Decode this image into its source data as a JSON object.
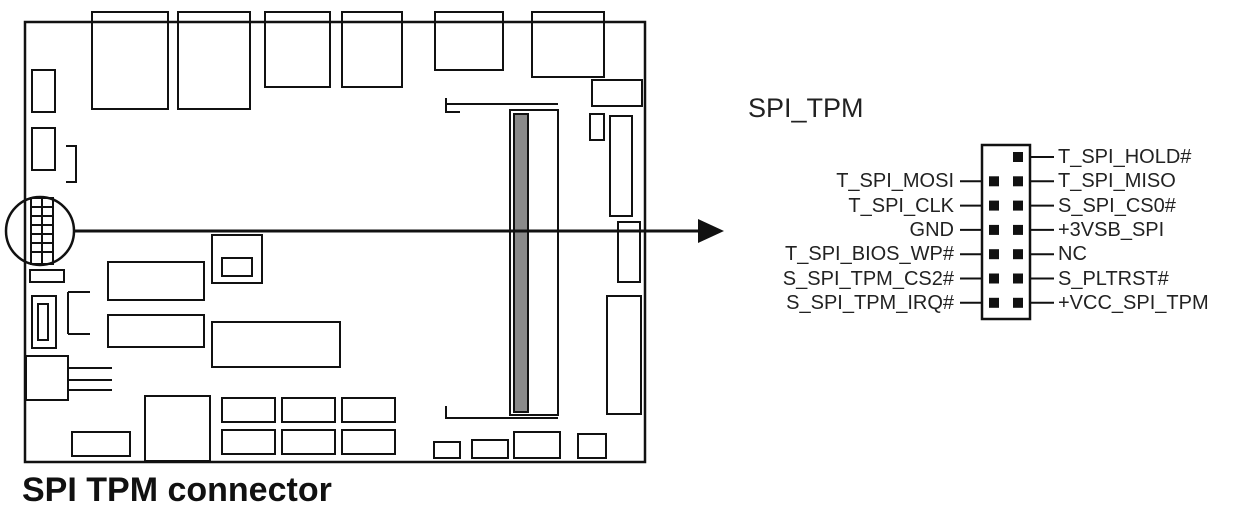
{
  "caption": "SPI TPM connector",
  "header": {
    "title": "SPI_TPM",
    "rows": [
      {
        "left": "",
        "right": "T_SPI_HOLD#"
      },
      {
        "left": "T_SPI_MOSI",
        "right": "T_SPI_MISO"
      },
      {
        "left": "T_SPI_CLK",
        "right": "S_SPI_CS0#"
      },
      {
        "left": "GND",
        "right": "+3VSB_SPI"
      },
      {
        "left": "T_SPI_BIOS_WP#",
        "right": "NC"
      },
      {
        "left": "S_SPI_TPM_CS2#",
        "right": "S_PLTRST#"
      },
      {
        "left": "S_SPI_TPM_IRQ#",
        "right": "+VCC_SPI_TPM"
      }
    ]
  },
  "colors": {
    "line": "#111111",
    "fill": "#ffffff",
    "slot": "#8a8a8a"
  }
}
